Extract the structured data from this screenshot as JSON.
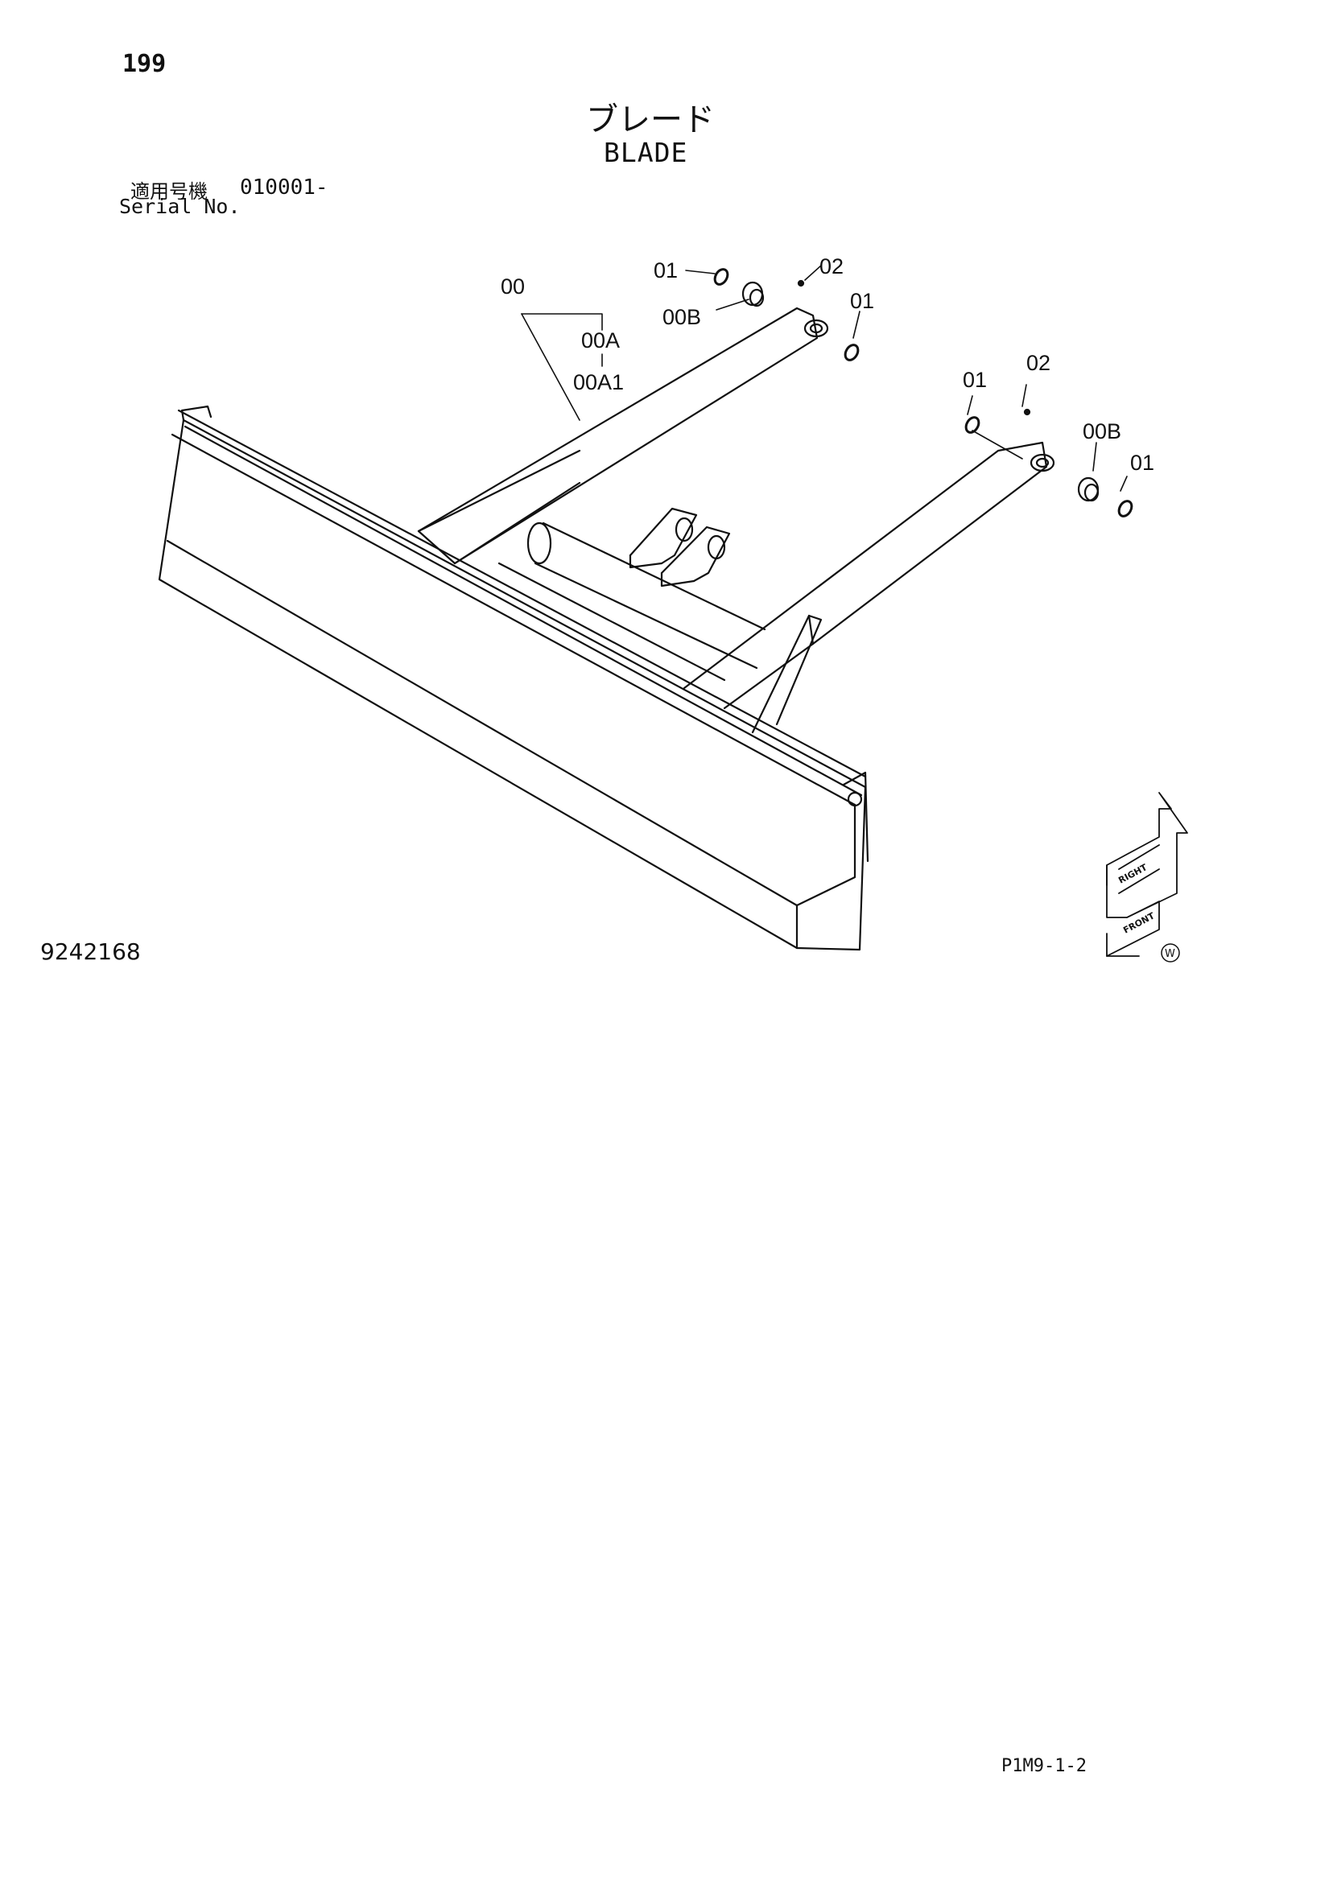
{
  "header": {
    "page_number": "199",
    "title_jp": "ブレード",
    "title_en": "BLADE",
    "serial_label_jp": "適用号機",
    "serial_value": "010001-",
    "serial_label_en": "Serial No."
  },
  "drawing": {
    "figure_number": "9242168",
    "callouts": {
      "c00": "00",
      "c00A": "00A",
      "c00A1": "00A1",
      "c01a": "01",
      "c02a": "02",
      "c00Ba": "00B",
      "c01b": "01",
      "c01c": "01",
      "c02b": "02",
      "c00Bb": "00B",
      "c01d": "01"
    },
    "orientation_marker": {
      "labels": [
        "RIGHT",
        "FRONT"
      ],
      "symbol": "W"
    }
  },
  "footer": {
    "page_code": "P1M9-1-2"
  }
}
